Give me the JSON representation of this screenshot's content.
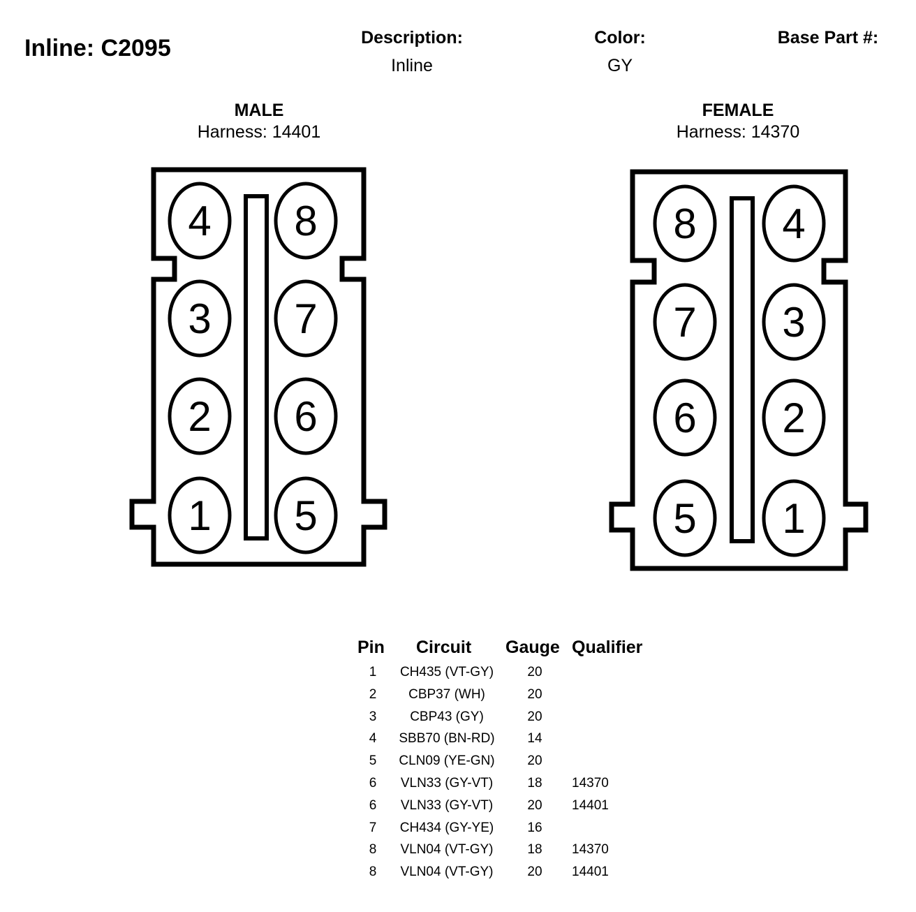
{
  "title": "Inline: C2095",
  "header": {
    "description_label": "Description:",
    "description_value": "Inline",
    "color_label": "Color:",
    "color_value": "GY",
    "base_part_label": "Base Part #:",
    "base_part_value": ""
  },
  "male": {
    "label": "MALE",
    "harness": "Harness: 14401",
    "pins_left": [
      "4",
      "3",
      "2",
      "1"
    ],
    "pins_right": [
      "8",
      "7",
      "6",
      "5"
    ]
  },
  "female": {
    "label": "FEMALE",
    "harness": "Harness: 14370",
    "pins_left": [
      "8",
      "7",
      "6",
      "5"
    ],
    "pins_right": [
      "4",
      "3",
      "2",
      "1"
    ]
  },
  "table": {
    "headers": [
      "Pin",
      "Circuit",
      "Gauge",
      "Qualifier"
    ],
    "rows": [
      {
        "pin": "1",
        "circuit": "CH435 (VT-GY)",
        "gauge": "20",
        "qualifier": ""
      },
      {
        "pin": "2",
        "circuit": "CBP37 (WH)",
        "gauge": "20",
        "qualifier": ""
      },
      {
        "pin": "3",
        "circuit": "CBP43 (GY)",
        "gauge": "20",
        "qualifier": ""
      },
      {
        "pin": "4",
        "circuit": "SBB70 (BN-RD)",
        "gauge": "14",
        "qualifier": ""
      },
      {
        "pin": "5",
        "circuit": "CLN09 (YE-GN)",
        "gauge": "20",
        "qualifier": ""
      },
      {
        "pin": "6",
        "circuit": "VLN33 (GY-VT)",
        "gauge": "18",
        "qualifier": "14370"
      },
      {
        "pin": "6",
        "circuit": "VLN33 (GY-VT)",
        "gauge": "20",
        "qualifier": "14401"
      },
      {
        "pin": "7",
        "circuit": "CH434 (GY-YE)",
        "gauge": "16",
        "qualifier": ""
      },
      {
        "pin": "8",
        "circuit": "VLN04 (VT-GY)",
        "gauge": "18",
        "qualifier": "14370"
      },
      {
        "pin": "8",
        "circuit": "VLN04 (VT-GY)",
        "gauge": "20",
        "qualifier": "14401"
      }
    ]
  }
}
